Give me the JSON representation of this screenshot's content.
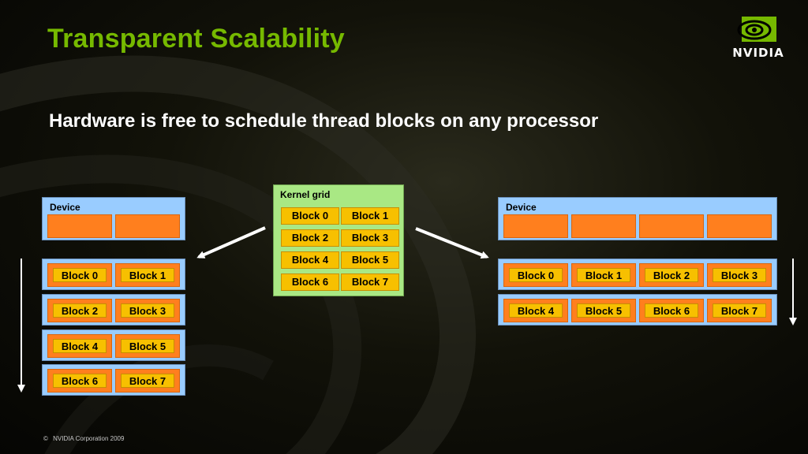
{
  "slide": {
    "title": "Transparent Scalability",
    "subtitle": "Hardware is free to schedule thread blocks on any processor",
    "footer_symbol": "©",
    "footer_text": "NVIDIA Corporation 2009",
    "logo_text": "NVIDIA",
    "logo_icon": "nvidia-eye-icon"
  },
  "kernel_grid": {
    "label": "Kernel grid",
    "blocks": [
      "Block 0",
      "Block 1",
      "Block 2",
      "Block 3",
      "Block 4",
      "Block 5",
      "Block 6",
      "Block 7"
    ]
  },
  "left_device": {
    "label": "Device",
    "processors": 2,
    "rows": [
      [
        "Block 0",
        "Block 1"
      ],
      [
        "Block 2",
        "Block 3"
      ],
      [
        "Block 4",
        "Block 5"
      ],
      [
        "Block 6",
        "Block 7"
      ]
    ]
  },
  "right_device": {
    "label": "Device",
    "processors": 4,
    "rows": [
      [
        "Block 0",
        "Block 1",
        "Block 2",
        "Block 3"
      ],
      [
        "Block 4",
        "Block 5",
        "Block 6",
        "Block 7"
      ]
    ]
  },
  "colors": {
    "title": "#76b900",
    "kernel_bg": "#a9e884",
    "block": "#f7c000",
    "processor": "#ff7f1e",
    "device_bg": "#99ccff"
  }
}
